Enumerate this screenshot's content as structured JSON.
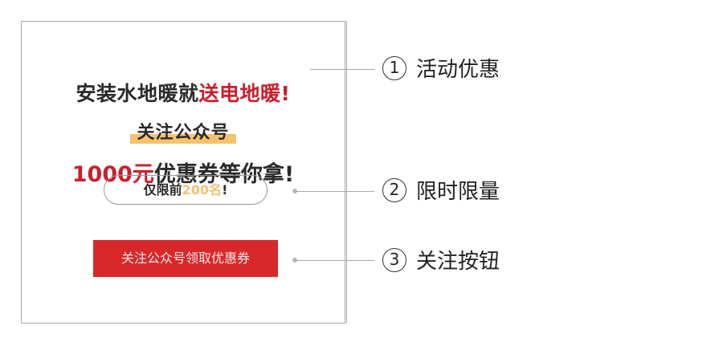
{
  "card": {
    "headline": {
      "part_black": "安装水地暖就",
      "part_red": "送电地暖!"
    },
    "subhead": "关注公众号",
    "offer": {
      "amount": "1000元",
      "rest": "优惠券等你拿!"
    },
    "limit_pill": {
      "prefix": "仅限前",
      "count": "200名",
      "suffix": "!"
    },
    "cta_button": "关注公众号领取优惠券"
  },
  "annotations": [
    {
      "number": "1",
      "label": "活动优惠"
    },
    {
      "number": "2",
      "label": "限时限量"
    },
    {
      "number": "3",
      "label": "关注按钮"
    }
  ],
  "colors": {
    "accent_red": "#c8202c",
    "button_red": "#d9282a",
    "highlight_gold": "#f5c26b",
    "border_gray": "#a8a8a8"
  }
}
